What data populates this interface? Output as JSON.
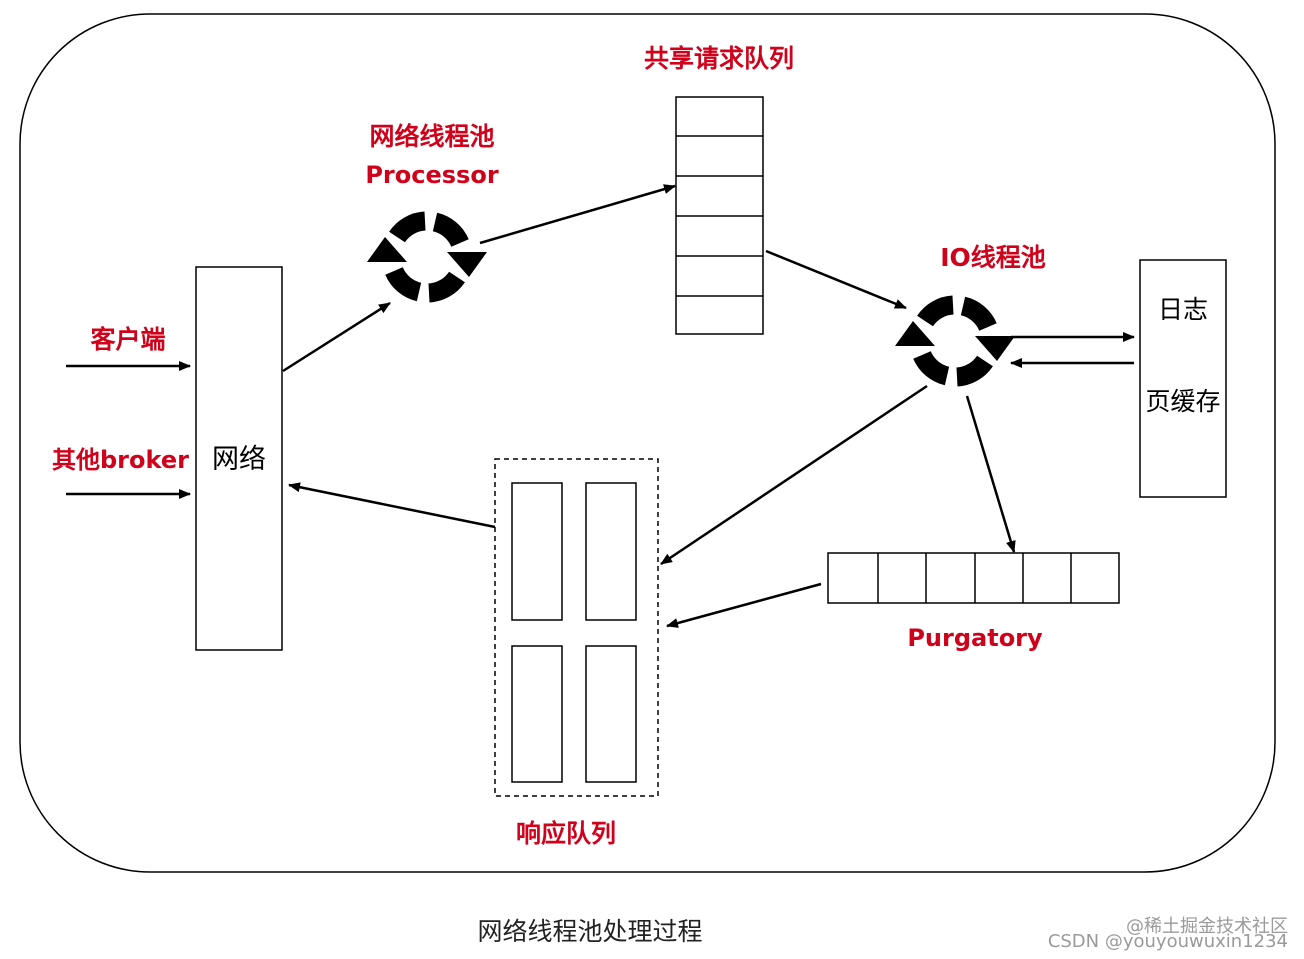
{
  "labels": {
    "client": "客户端",
    "other_broker": "其他broker",
    "network": "网络",
    "network_pool_line1": "网络线程池",
    "network_pool_line2": "Processor",
    "shared_queue": "共享请求队列",
    "io_pool": "IO线程池",
    "log": "日志",
    "page_cache": "页缓存",
    "purgatory": "Purgatory",
    "response_queue": "响应队列"
  },
  "caption": "网络线程池处理过程",
  "watermark": {
    "line1": "@稀土掘金技术社区",
    "line2": "CSDN @youyouwuxin1234"
  },
  "colors": {
    "label_red": "#d0021b",
    "stroke": "#000000"
  }
}
